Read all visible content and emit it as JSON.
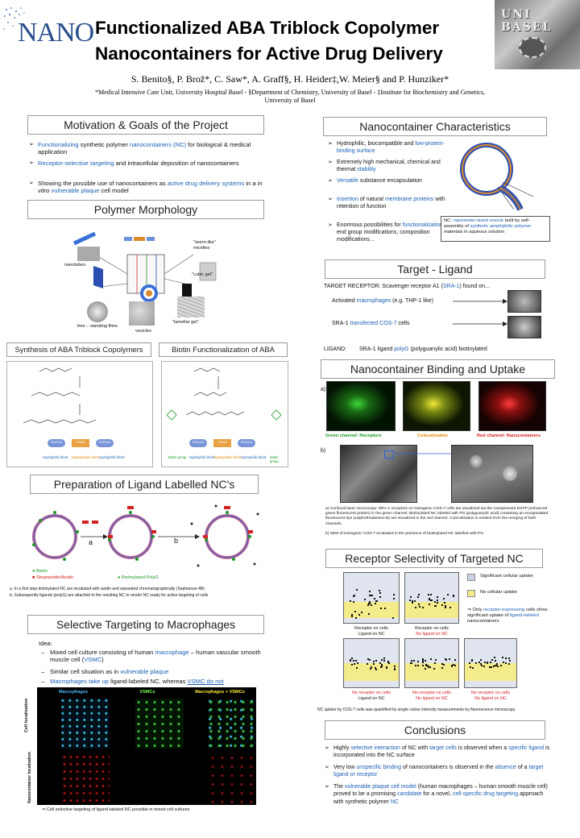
{
  "header": {
    "logo": "NANO",
    "title_line1": "Functionalized ABA Triblock Copolymer",
    "title_line2": "Nanocontainers for Active Drug Delivery",
    "authors": "S. Benito§, P. Brož*, C. Saw*, A. Graff§, H. Heider‡,W. Meier§ and P. Hunziker*",
    "affiliation_line1": "*Medical Intensive Care Unit, University Hospital Basel - §Department of Chemistry, University of Basel - ‡Institute for Biochemistry and Genetics,",
    "affiliation_line2": "University of Basel",
    "seal_text": "UNI BASEL"
  },
  "motivation": {
    "title": "Motivation & Goals of the Project",
    "b1_a": "Functionalizing",
    "b1_b": " synthetic polymer ",
    "b1_c": "nanocontainers (NC)",
    "b1_d": " for biological & medical application",
    "b2_a": "Receptor-selective targeting",
    "b2_b": " and intracellular deposition of nanocontainers",
    "b3_a": "Showing the possible use of nanocontainers as ",
    "b3_b": "active drug delivery systems",
    "b3_c": " in a ",
    "b3_d": "in vitro",
    "b3_e": " ",
    "b3_f": "vulnerable plaque",
    "b3_g": " cell model"
  },
  "morphology": {
    "title": "Polymer Morphology",
    "nanotubes": "nanotubes",
    "cubic": "\"cubic gel\"",
    "free": "free – standing films",
    "vesicles": "vesicles",
    "lamellar": "\"lamellar gel\"",
    "worms": "\"worm-like\" micelles"
  },
  "synthesis": {
    "title": "Synthesis of ABA Triblock Copolymers",
    "blocks": [
      "PMOXA",
      "PDMS",
      "PMOXA"
    ],
    "labels": [
      "Hydrophilic block",
      "Hydrophobic block",
      "Hydrophilic block"
    ]
  },
  "biotin": {
    "title": "Biotin Functionalization of ABA",
    "blocks": [
      "PMOXA",
      "PDMS",
      "PMOXA"
    ],
    "labels": [
      "Biotin group",
      "Hydrophilic block",
      "Hydrophobic block",
      "Hydrophilic block",
      "Biotin group"
    ]
  },
  "preparation": {
    "title": "Preparation of Ligand Labelled NC's",
    "step_a": "a",
    "step_b": "b",
    "legend_biotin": "Biotin",
    "legend_strep": "Streptavidin/Avidin",
    "legend_polyg": "Biotinylated PolyG",
    "note_a": "a.   In a first step biotinylated NC are incubated with avidin and separated chromatographically (Sepharose 4B)",
    "note_b": "b.   Subsequently ligands (polyG) are attached to the resulting NC to render NC ready for active targeting of cells"
  },
  "targeting": {
    "title": "Selective Targeting to Macrophages",
    "idea": "Idea:",
    "i1_a": "Mixed cell culture consisting of human ",
    "i1_b": "macrophage",
    "i1_c": " – human vascular smooth muscle cell (",
    "i1_d": "VSMC",
    "i1_e": ")",
    "i2_a": "Similar cell situation as in ",
    "i2_b": "vulnerable plaque",
    "i3_a": "Macrophages take up",
    "i3_b": " ligand-labeled NC, whereas ",
    "i3_c": "VSMC do not",
    "col1": "Macrophages",
    "col2": "VSMCs",
    "col3": "Macrophages + VSMCs",
    "row1": "Cell localization",
    "row2": "Nanocontainer localization",
    "caption": "Cell selective targeting of ligand-labeled NC possible in mixed cell cultures"
  },
  "characteristics": {
    "title": "Nanocontainer Characteristics",
    "c1_a": "Hydrophilic, biocompatible and ",
    "c1_b": "low-protein-binding surface",
    "c2_a": "Extremely high mechanical, chemical and thermal ",
    "c2_b": "stability",
    "c3_a": "Versatile",
    "c3_b": " substance encapsulation",
    "c4_a": "Insertion",
    "c4_b": " of natural ",
    "c4_c": "membrane proteins",
    "c4_d": " with retention of function",
    "c5_a": "Enormous possibilities for ",
    "c5_b": "functionalization",
    "c5_c": ", end group modifications, composition modifications…",
    "nc_note_a": "NC: ",
    "nc_note_b": "nanometer-sized vesicle",
    "nc_note_c": " built by self-assembly of ",
    "nc_note_d": "synthetic amphiphilic polymer",
    "nc_note_e": " materials in aqueous solution"
  },
  "ligand": {
    "title": "Target - Ligand",
    "receptor_a": "TARGET RECEPTOR: Scavenger receptor A1 (",
    "receptor_b": "SRA-1",
    "receptor_c": ") found on…",
    "activated_a": "Activated ",
    "activated_b": "macrophages",
    "activated_c": " (e.g. THP-1 like)",
    "sra_a": "SRA-1 ",
    "sra_b": "transfected COS-7",
    "sra_c": " cells",
    "ligand_a": "LIGAND:",
    "ligand_b": "SRA-1 ligand ",
    "ligand_c": "polyG",
    "ligand_d": " (polyguanylic acid) biotinylated"
  },
  "binding": {
    "title": "Nanocontainer Binding and Uptake",
    "label_a": "a)",
    "label_b": "b)",
    "ch_green": "Green channel: Receptors",
    "ch_coloc": "Colocalization",
    "ch_red": "Red channel: Nanocontainers",
    "note_a": "a)   Confocal laser microscopy: SRA-1 receptors on transgenic COS-7 cells are visualized via the coexpressed EGFP (enhanced green fluorescent protein) in the green channel. Biotinylated NC labeled with PG (polyguanylic acid) containing an encapsulated fluorescent dye (sulphorhodamine B) are visualized in the red channel. Colocalization is evident from the merging of both channels.",
    "note_b": "b)   SEM of transgenic COS-7 incubated in the presence of biotinylated NC labelled with PG."
  },
  "selectivity": {
    "title": "Receptor Selectivity of Targeted NC",
    "legend_sig": "Significant cellular uptake",
    "legend_no": "No cellular uptake",
    "note_a": "Only ",
    "note_b": "receptor-expressing",
    "note_c": " cells show significant uptake of ",
    "note_d": "ligand-labeled",
    "note_e": " nanocontainers",
    "p1": [
      "Receptor on cells",
      "Ligand on NC"
    ],
    "p2": [
      "Receptor on cells",
      "No ligand on NC"
    ],
    "p3": [
      "No receptor on cells",
      "Ligand on NC"
    ],
    "p4": [
      "No receptor on cells",
      "No ligand on NC"
    ],
    "p5": [
      "No receptor on cells",
      "No ligand on NC"
    ],
    "footer": "NC uptake by COS-7 cells was quantified by single colour intensity measurements by fluorescence microscopy."
  },
  "conclusions": {
    "title": "Conclusions",
    "k1_a": "Highly ",
    "k1_b": "selective interaction",
    "k1_c": " of NC with ",
    "k1_d": "target cells",
    "k1_e": " is observed when a ",
    "k1_f": "specific ligand",
    "k1_g": " is incorporated into the NC surface",
    "k2_a": "Very low ",
    "k2_b": "unspecific binding",
    "k2_c": " of nanocontainers is observed in the ",
    "k2_d": "absence",
    "k2_e": " of a ",
    "k2_f": "target ligand or receptor",
    "k3_a": "The ",
    "k3_b": "vulnerable plaque cell model",
    "k3_c": " (human macrophages – human smooth muscle cell) proved to be a promising ",
    "k3_d": "candidate",
    "k3_e": " for a novel, ",
    "k3_f": "cell-specific drug targeting",
    "k3_g": " approach with synthetic polymer ",
    "k3_h": "NC"
  },
  "colors": {
    "accent_blue": "#1a5fb4",
    "accent_red": "#d42020",
    "accent_green": "#1e9a2a",
    "orange": "#e08a00"
  }
}
